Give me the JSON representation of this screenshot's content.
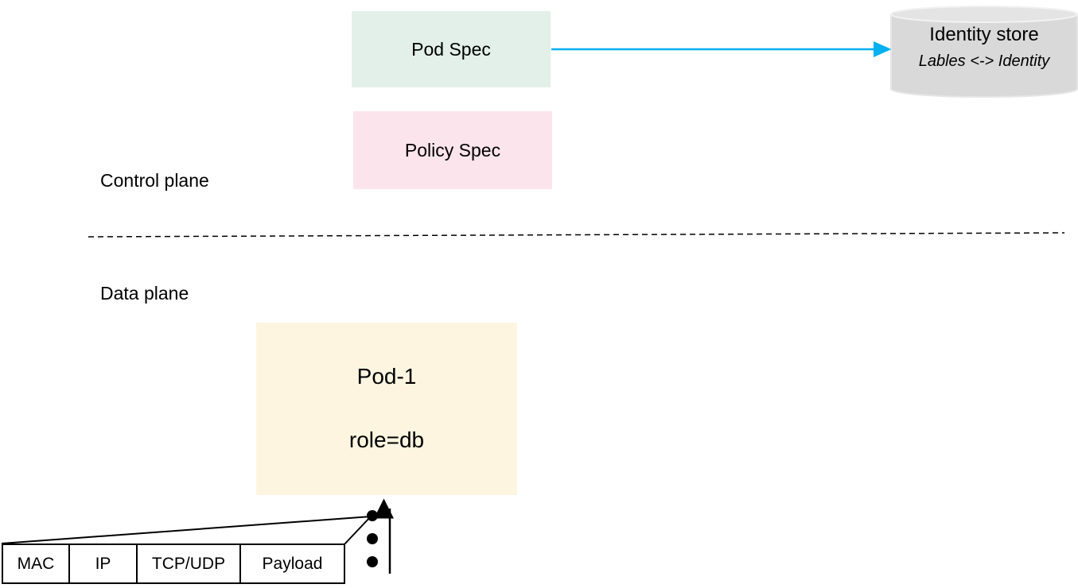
{
  "control_plane": {
    "label": "Control plane",
    "pod_spec": "Pod Spec",
    "policy_spec": "Policy Spec",
    "identity_store": {
      "title": "Identity store",
      "subtitle": "Lables <-> Identity"
    }
  },
  "data_plane": {
    "label": "Data plane",
    "pod": {
      "name": "Pod-1",
      "label": "role=db"
    },
    "packet_fields": [
      "MAC",
      "IP",
      "TCP/UDP",
      "Payload"
    ]
  },
  "colors": {
    "pod_spec_fill": "#e2f0e9",
    "policy_spec_fill": "#fbe4ec",
    "pod_fill": "#fdf5e0",
    "identity_store_fill": "#d9d9d9",
    "arrow": "#00b0f0"
  }
}
